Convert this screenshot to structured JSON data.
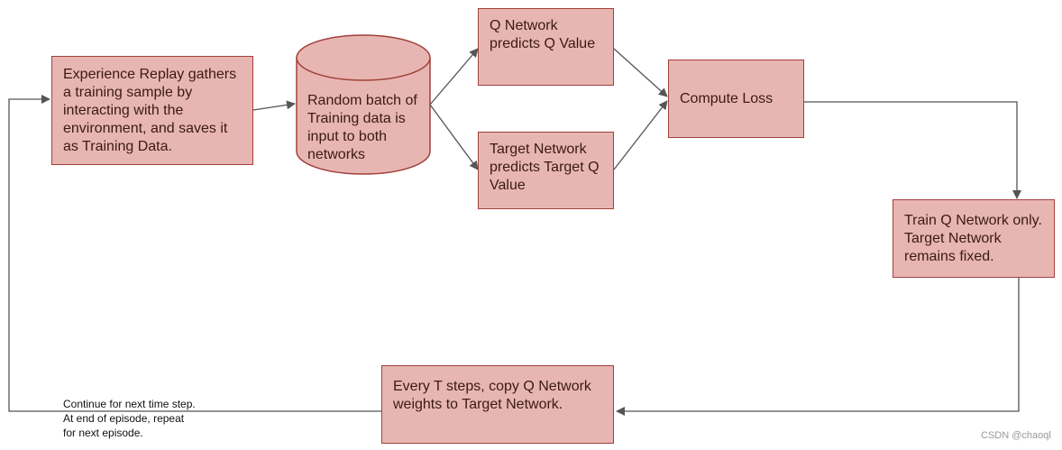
{
  "nodes": {
    "experience_replay": "Experience Replay gathers a training sample by interacting with the environment, and saves it as Training Data.",
    "random_batch": "Random batch of Training data is input to both networks",
    "q_network": "Q Network predicts Q Value",
    "target_network": "Target Network predicts Target Q Value",
    "compute_loss": "Compute Loss",
    "train_q": "Train Q Network only. Target Network remains fixed.",
    "copy_weights": "Every T steps, copy Q Network weights to Target Network."
  },
  "note": {
    "line1": "Continue for next time step.",
    "line2": "At end of episode, repeat",
    "line3": "for next episode."
  },
  "watermark": "CSDN @chaoql",
  "colors": {
    "box_fill": "#e8b6b2",
    "box_border": "#a1403b",
    "arrow": "#555555"
  }
}
